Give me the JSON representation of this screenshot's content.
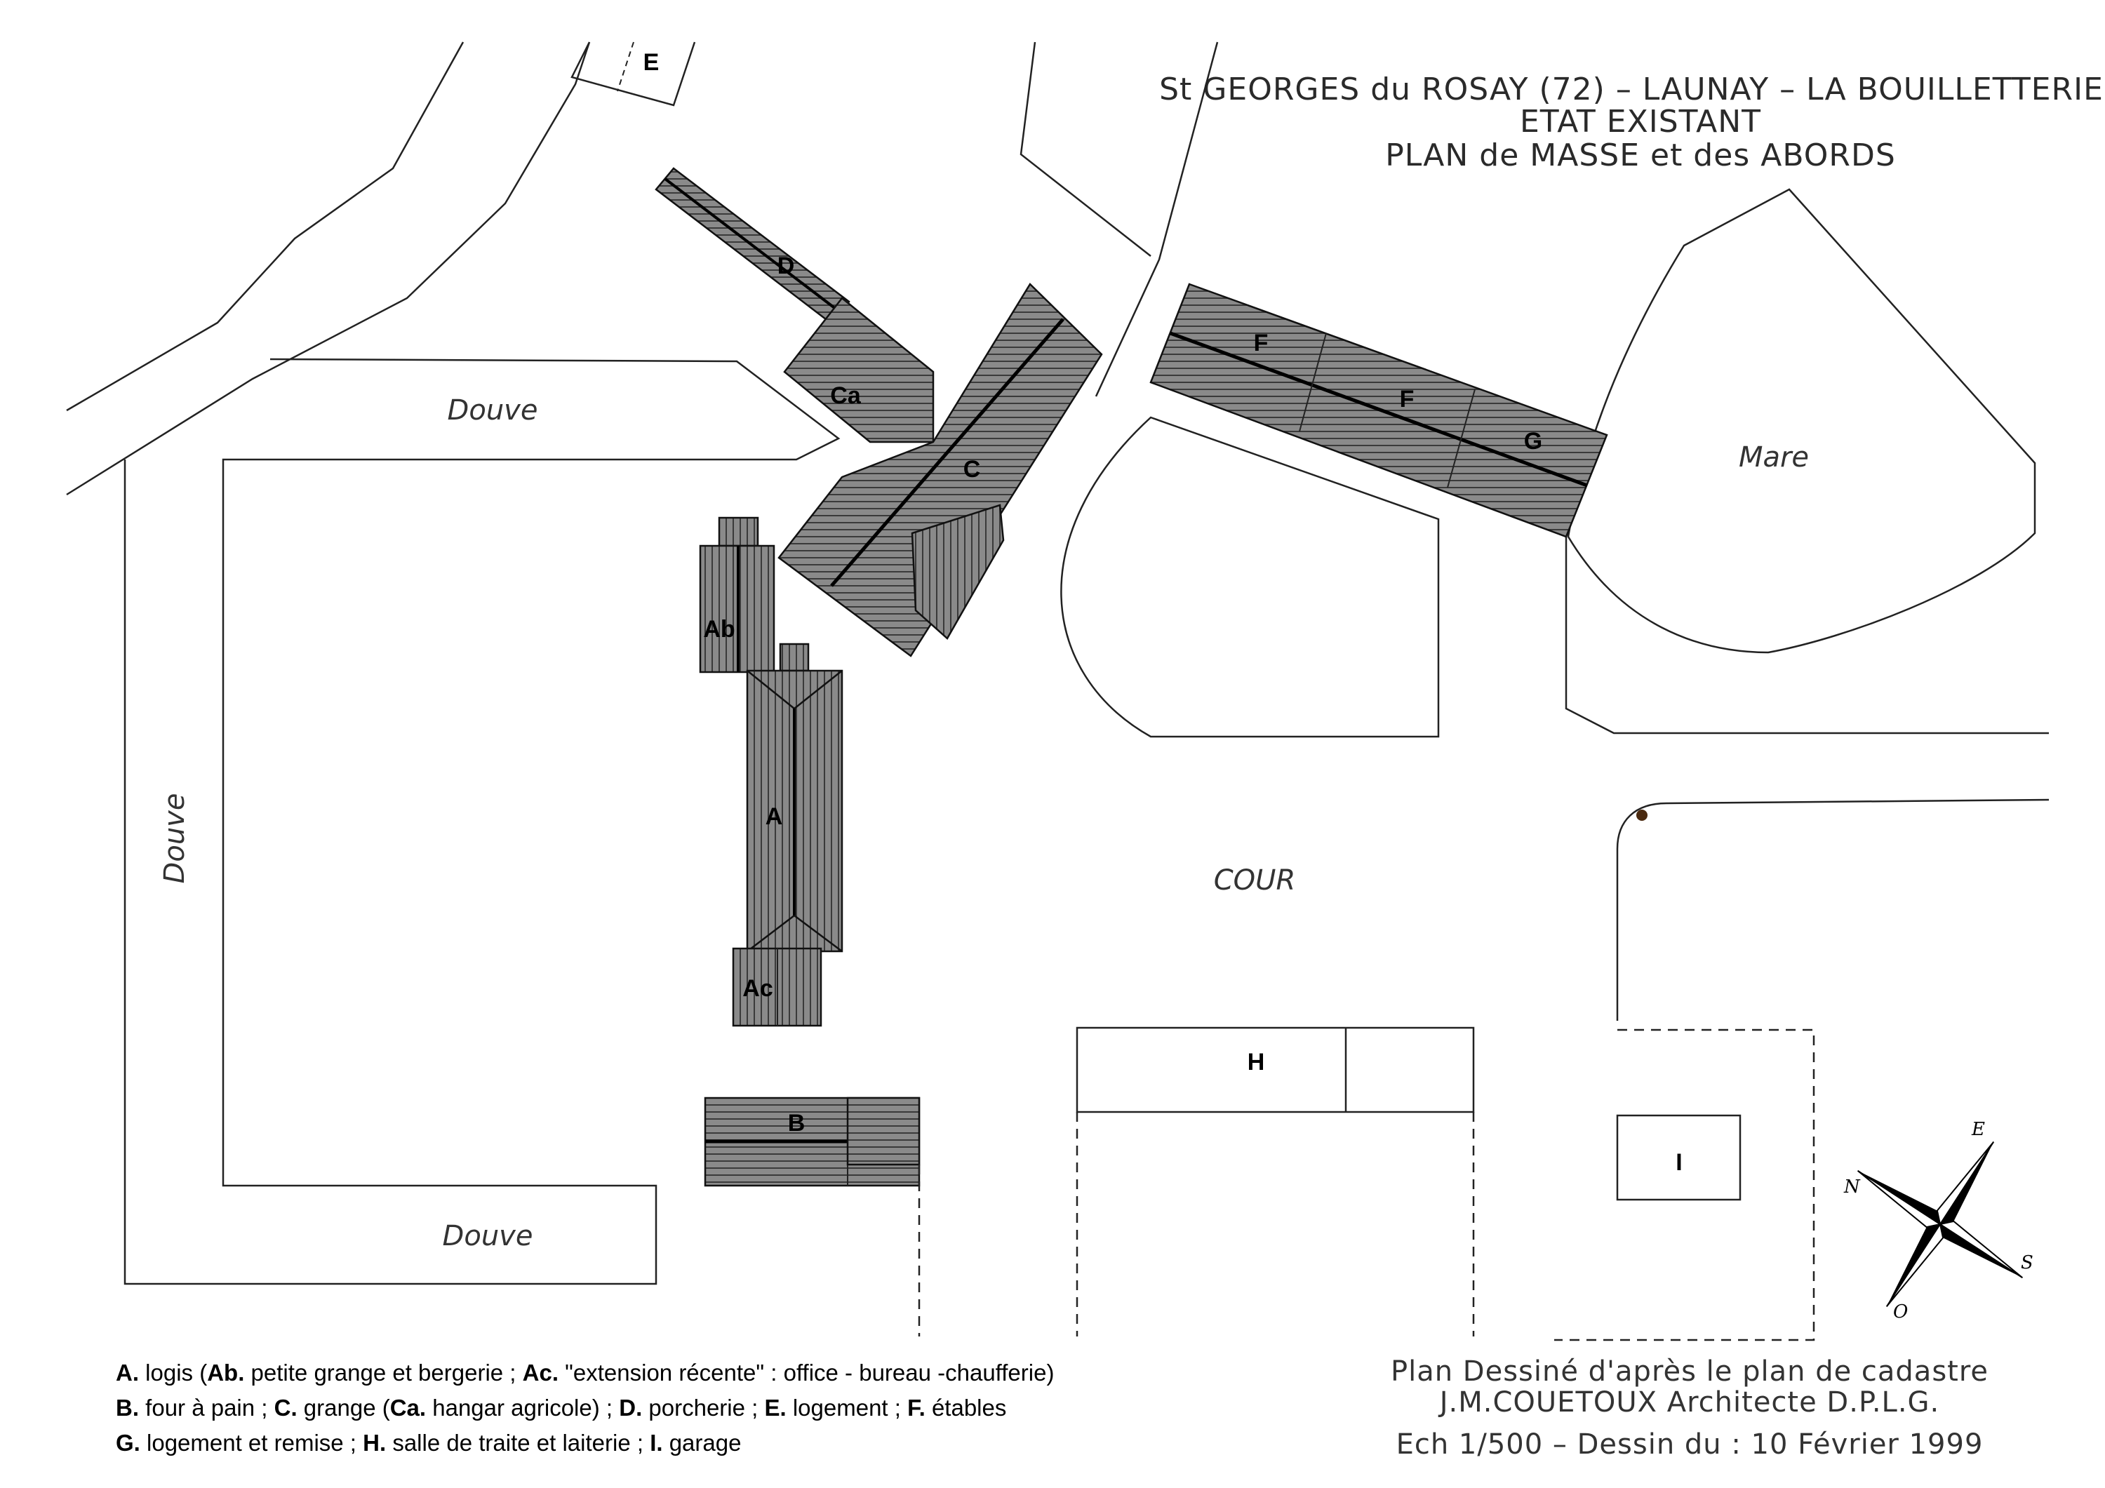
{
  "title": {
    "line1": "St GEORGES du ROSAY (72) – LAUNAY – LA BOUILLETTERIE",
    "line2": "ETAT EXISTANT",
    "line3": "PLAN de MASSE et des ABORDS"
  },
  "areas": {
    "douve_top": "Douve",
    "douve_left": "Douve",
    "douve_bottom": "Douve",
    "mare": "Mare",
    "cour": "COUR"
  },
  "buildings": {
    "A": "A",
    "Ab": "Ab",
    "Ac": "Ac",
    "B": "B",
    "C": "C",
    "Ca": "Ca",
    "D": "D",
    "E": "E",
    "F1": "F",
    "F2": "F",
    "G": "G",
    "H": "H",
    "I": "I"
  },
  "credits": {
    "line1": "Plan Dessiné d'après le plan de cadastre",
    "line2": "J.M.COUETOUX Architecte D.P.L.G.",
    "line3": "Ech 1/500 – Dessin du : 10 Février 1999"
  },
  "compass": {
    "n": "N",
    "e": "E",
    "s": "S",
    "o": "O"
  },
  "legend": {
    "row1": [
      {
        "key": "A.",
        "text": " logis ("
      },
      {
        "key": "Ab.",
        "text": " petite grange et bergerie ; "
      },
      {
        "key": "Ac.",
        "text": " \"extension récente\" : office - bureau -chaufferie)"
      }
    ],
    "row2": [
      {
        "key": "B.",
        "text": " four à pain ; "
      },
      {
        "key": "C.",
        "text": " grange ("
      },
      {
        "key": "Ca.",
        "text": " hangar agricole) ; "
      },
      {
        "key": "D.",
        "text": " porcherie ; "
      },
      {
        "key": "E.",
        "text": " logement ; "
      },
      {
        "key": "F.",
        "text": " étables"
      }
    ],
    "row3": [
      {
        "key": "G.",
        "text": " logement et remise ; "
      },
      {
        "key": "H.",
        "text": " salle de traite et laiterie ; "
      },
      {
        "key": "I.",
        "text": " garage"
      }
    ]
  }
}
